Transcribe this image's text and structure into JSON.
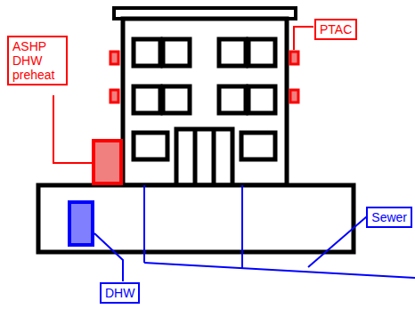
{
  "diagram": {
    "nodes": [
      {
        "text": [
          "ASHP DHW preheat"
        ]
      },
      {
        "text": [
          "PTAC"
        ]
      },
      {
        "text": [
          "Sewer"
        ]
      },
      {
        "text": [
          "DHW"
        ]
      }
    ]
  }
}
